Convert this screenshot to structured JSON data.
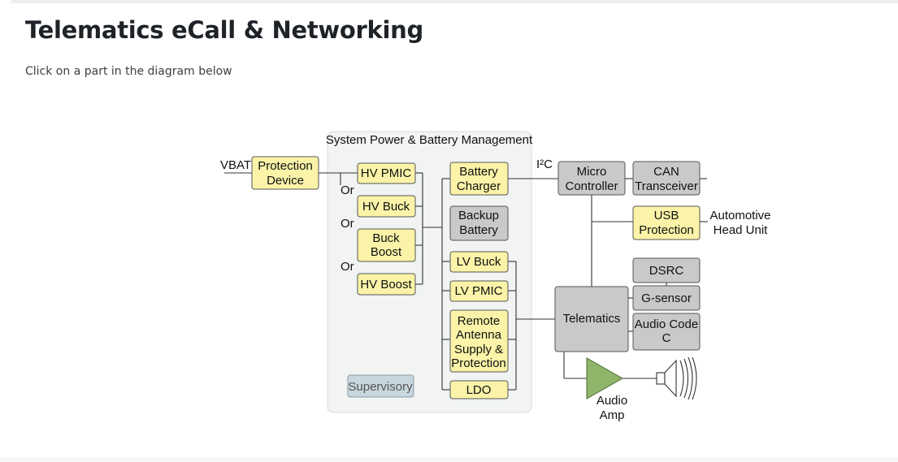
{
  "page": {
    "title": "Telematics eCall & Networking",
    "subtitle": "Click on a part in the diagram below"
  },
  "diagram": {
    "group_label": "System Power & Battery Management",
    "vbat_label": "VBAT",
    "i2c_label": "I²C",
    "or_labels": [
      "Or",
      "Or",
      "Or"
    ],
    "blocks": {
      "protection_device": [
        "Protection",
        "Device"
      ],
      "hv_pmic": [
        "HV PMIC"
      ],
      "hv_buck": [
        "HV Buck"
      ],
      "buck_boost": [
        "Buck",
        "Boost"
      ],
      "hv_boost": [
        "HV Boost"
      ],
      "supervisory": [
        "Supervisory"
      ],
      "battery_charger": [
        "Battery",
        "Charger"
      ],
      "backup_battery": [
        "Backup",
        "Battery"
      ],
      "lv_buck": [
        "LV Buck"
      ],
      "lv_pmic": [
        "LV PMIC"
      ],
      "remote_antenna": [
        "Remote",
        "Antenna",
        "Supply &",
        "Protection"
      ],
      "ldo": [
        "LDO"
      ],
      "micro_controller": [
        "Micro",
        "Controller"
      ],
      "can_transceiver": [
        "CAN",
        "Transceiver"
      ],
      "usb_protection": [
        "USB",
        "Protection"
      ],
      "dsrc": [
        "DSRC"
      ],
      "g_sensor": [
        "G-sensor"
      ],
      "audio_codec": [
        "Audio Code",
        "C"
      ],
      "telematics": [
        "Telematics"
      ]
    },
    "automotive_head_unit": [
      "Automotive",
      "Head Unit"
    ],
    "audio_amp": [
      "Audio",
      "Amp"
    ],
    "colors": {
      "power_block": "#faf3a8",
      "system_block": "#c9c9c9",
      "supervisory_block": "#c8d7df",
      "amplifier": "#8fb56a",
      "group_panel": "#f1f4f2"
    }
  }
}
